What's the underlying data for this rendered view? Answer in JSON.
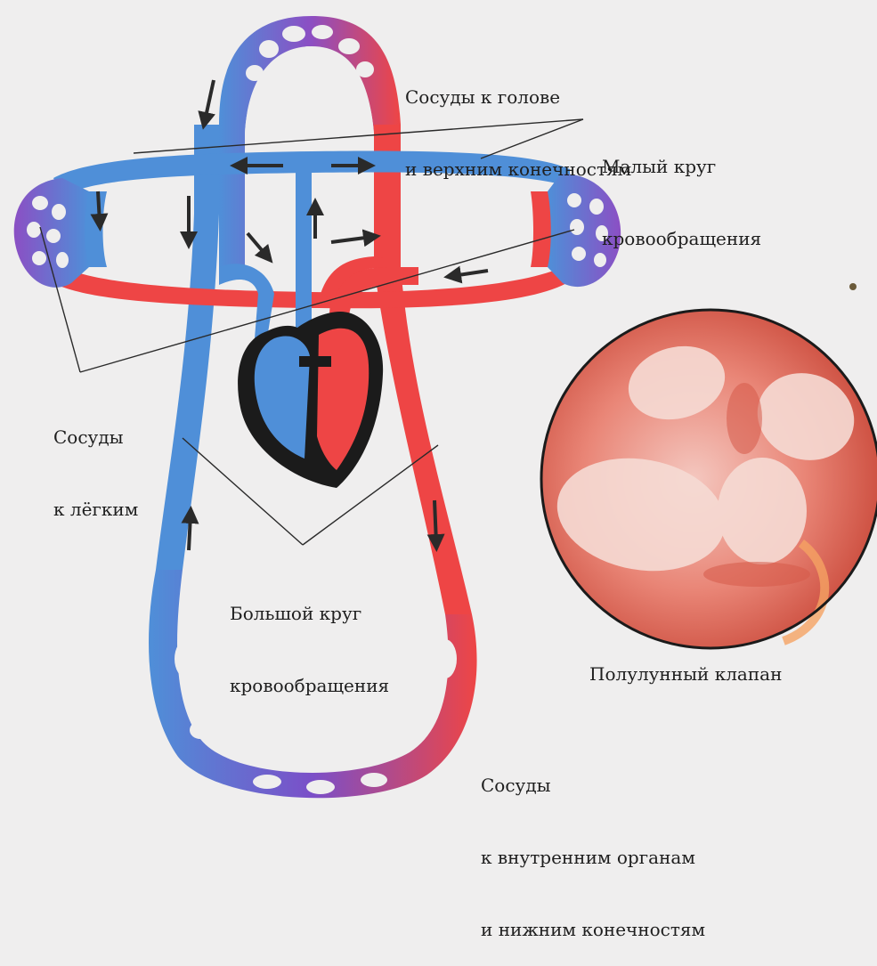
{
  "labels": {
    "head_vessels": [
      "Сосуды к голове",
      "и верхним конечностям"
    ],
    "pulmonary_circuit": [
      "Малый круг",
      "кровообращения"
    ],
    "lung_vessels": [
      "Сосуды",
      "к лёгким"
    ],
    "systemic_circuit": [
      "Большой круг",
      "кровообращения"
    ],
    "valve": "Полулунный клапан",
    "organ_vessels": [
      "Сосуды",
      "к внутренним органам",
      "и нижним конечностям"
    ]
  },
  "colors": {
    "venous": "#4f8fd8",
    "arterial": "#ee4545",
    "capillary": "#7b52c3",
    "heart_outline": "#1b1b1b",
    "background": "#efeeee"
  }
}
